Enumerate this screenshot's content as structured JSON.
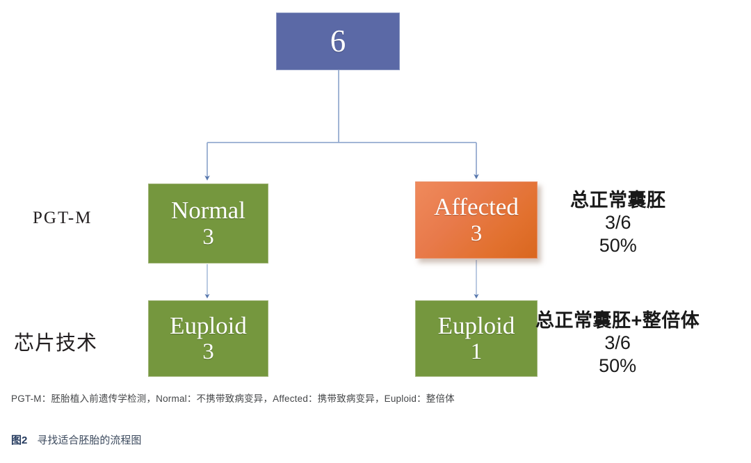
{
  "figure": {
    "caption_number": "图2",
    "caption_text": "寻找适合胚胎的流程图",
    "footnote": "PGT-M：胚胎植入前遗传学检测，Normal：不携带致病变异，Affected：携带致病变异，Euploid：整倍体"
  },
  "colors": {
    "root_blue": "#5B69A6",
    "green": "#75973E",
    "orange_light": "#EF8A5C",
    "orange_dark": "#D9671F",
    "connector_blue": "#95ABD0",
    "caption_navy": "#243A5E",
    "text_black": "#191919"
  },
  "nodes": {
    "root": {
      "title": "",
      "count": "6",
      "color": "#5B69A6"
    },
    "normal": {
      "title": "Normal",
      "count": "3",
      "color": "#75973E"
    },
    "affected": {
      "title": "Affected",
      "count": "3",
      "color": "#E8784C"
    },
    "euploid_left": {
      "title": "Euploid",
      "count": "3",
      "color": "#75973E"
    },
    "euploid_right": {
      "title": "Euploid",
      "count": "1",
      "color": "#75973E"
    }
  },
  "stages": {
    "row1_label": "PGT-M",
    "row2_label": "芯片技术"
  },
  "summaries": {
    "top": {
      "heading": "总正常囊胚",
      "fraction": "3/6",
      "percent": "50%"
    },
    "bottom": {
      "heading": "总正常囊胚+整倍体",
      "fraction": "3/6",
      "percent": "50%"
    }
  },
  "chart_data": {
    "type": "diagram",
    "title": "寻找适合胚胎的流程图",
    "nodes": [
      {
        "id": "root",
        "label": "6",
        "value": 6,
        "level": 0,
        "color": "#5B69A6"
      },
      {
        "id": "normal",
        "label": "Normal",
        "value": 3,
        "level": 1,
        "color": "#75973E"
      },
      {
        "id": "affected",
        "label": "Affected",
        "value": 3,
        "level": 1,
        "color": "#E8784C"
      },
      {
        "id": "euploid_left",
        "label": "Euploid",
        "value": 3,
        "level": 2,
        "color": "#75973E"
      },
      {
        "id": "euploid_right",
        "label": "Euploid",
        "value": 1,
        "level": 2,
        "color": "#75973E"
      }
    ],
    "edges": [
      {
        "from": "root",
        "to": "normal"
      },
      {
        "from": "root",
        "to": "affected"
      },
      {
        "from": "normal",
        "to": "euploid_left"
      },
      {
        "from": "affected",
        "to": "euploid_right"
      }
    ],
    "stage_labels": [
      "PGT-M",
      "芯片技术"
    ],
    "annotations": [
      {
        "text": "总正常囊胚 3/6 50%",
        "ratio": "3/6",
        "percent": 50
      },
      {
        "text": "总正常囊胚+整倍体 3/6 50%",
        "ratio": "3/6",
        "percent": 50
      }
    ]
  }
}
